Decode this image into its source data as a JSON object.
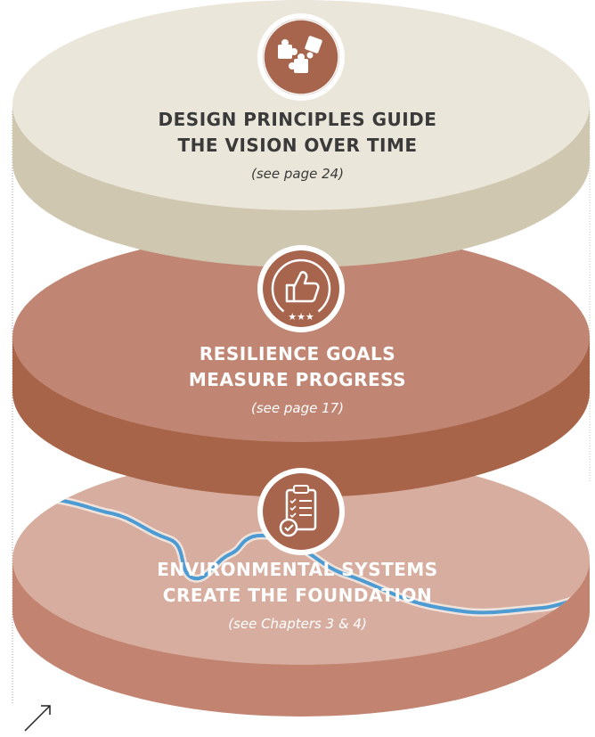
{
  "layers": [
    {
      "icon": "puzzle-pieces-icon",
      "title_line1": "DESIGN PRINCIPLES GUIDE",
      "title_line2": "THE VISION OVER TIME",
      "reference": "(see page 24)"
    },
    {
      "icon": "thumbs-up-stars-badge-icon",
      "title_line1": "RESILIENCE GOALS",
      "title_line2": "MEASURE PROGRESS",
      "reference": "(see page 17)"
    },
    {
      "icon": "checklist-clipboard-icon",
      "title_line1": "ENVIRONMENTAL SYSTEMS",
      "title_line2": "CREATE THE FOUNDATION",
      "reference": "(see Chapters 3 & 4)"
    }
  ],
  "colors": {
    "top_face": "#ebe6da",
    "top_side": "#cfc7b0",
    "top_text": "#3a3a3a",
    "mid_face": "#c08673",
    "mid_side": "#a86448",
    "mid_text": "#ffffff",
    "bottom_face": "#d7ad9f",
    "bottom_side": "#c28370",
    "bottom_text": "#ffffff",
    "river": "#4d9bd3",
    "icon_badge": "#a8654d"
  }
}
